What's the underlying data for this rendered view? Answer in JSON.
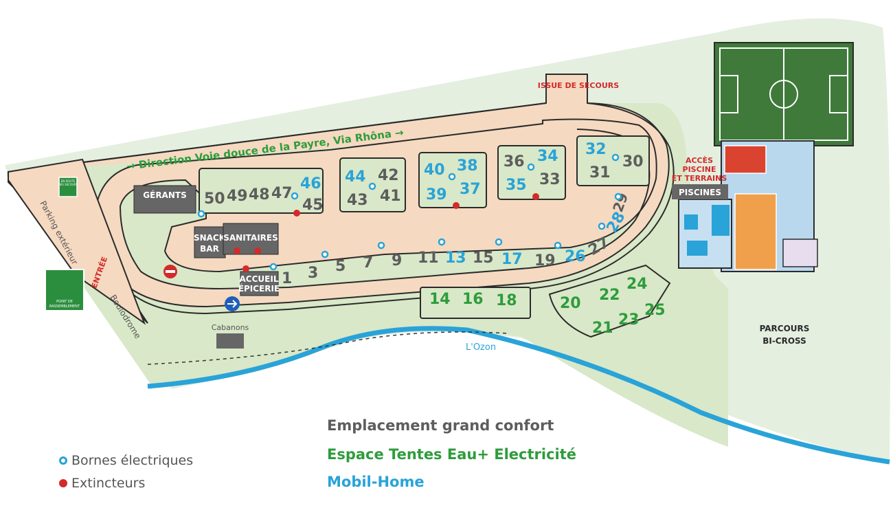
{
  "colors": {
    "grand_confort": "#5d5d5d",
    "tentes": "#2e9c3c",
    "mobil_home": "#29a3d8",
    "river": "#29a3d8",
    "road": "#f5d9c1",
    "grass": "#d9e8c8",
    "red": "#d42a2a"
  },
  "labels": {
    "direction": "→ Direction Voie douce de la Payre, Via Rhôna →",
    "issue": "ISSUE DE SECOURS",
    "acces_1": "ACCÈS",
    "acces_2": "PISCINE",
    "acces_3": "ET TERRAINS",
    "piscines": "PISCINES",
    "gerants": "GÉRANTS",
    "snack_1": "SNACK",
    "snack_2": "BAR",
    "sanitaires": "SANITAIRES",
    "accueil_1": "ACCUEIL",
    "accueil_2": "ÉPICERIE",
    "entree": "ENTRÉE",
    "parking": "Parking extérieur",
    "boulodrome": "Boulodrome",
    "cabanons": "Cabanons",
    "ozon": "L'Ozon",
    "parcours_1": "PARCOURS",
    "parcours_2": "BI-CROSS",
    "rassemblement_1": "POINT DE",
    "rassemblement_2": "RASSEMBLEMENT",
    "en_route_1": "EN ROUTE",
    "en_route_2": "DES SECOURS"
  },
  "lots": {
    "l50": "50",
    "l49": "49",
    "l48": "48",
    "l47": "47",
    "l46": "46",
    "l45": "45",
    "l44": "44",
    "l42": "42",
    "l43": "43",
    "l41": "41",
    "l40": "40",
    "l38": "38",
    "l39": "39",
    "l37": "37",
    "l36": "36",
    "l34": "34",
    "l35": "35",
    "l33": "33",
    "l32": "32",
    "l30": "30",
    "l31": "31",
    "l29": "29",
    "l28": "28",
    "l27": "27",
    "l26": "26",
    "l1": "1",
    "l3": "3",
    "l5": "5",
    "l7": "7",
    "l9": "9",
    "l11": "11",
    "l13": "13",
    "l15": "15",
    "l17": "17",
    "l19": "19",
    "l14": "14",
    "l16": "16",
    "l18": "18",
    "l20": "20",
    "l22": "22",
    "l24": "24",
    "l21": "21",
    "l23": "23",
    "l25": "25"
  },
  "legend": {
    "bornes": "Bornes électriques",
    "extincteurs": "Extincteurs",
    "grand_confort": "Emplacement grand confort",
    "tentes": "Espace Tentes Eau+ Electricité",
    "mobil_home": "Mobil-Home"
  }
}
